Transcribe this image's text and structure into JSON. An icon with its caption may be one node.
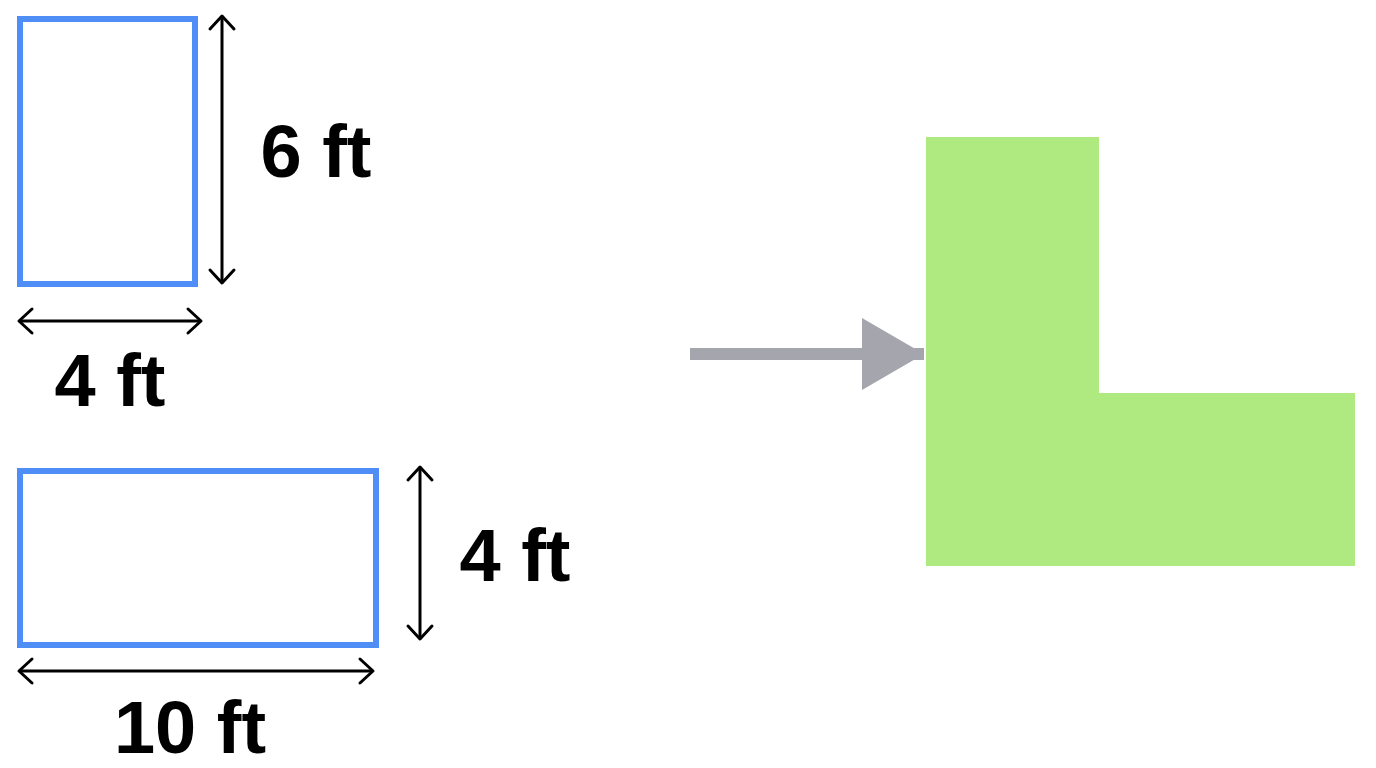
{
  "diagram": {
    "nodes": [
      {
        "text": [],
        "shape": "box"
      },
      {
        "text": [],
        "shape": "box"
      },
      {
        "text": [],
        "shape": "polygon"
      }
    ],
    "edges": [
      {
        "from": null,
        "to": 2,
        "arrow": "to"
      }
    ],
    "labels": [
      "6 ft",
      "4 ft",
      "4 ft",
      "10 ft"
    ]
  }
}
